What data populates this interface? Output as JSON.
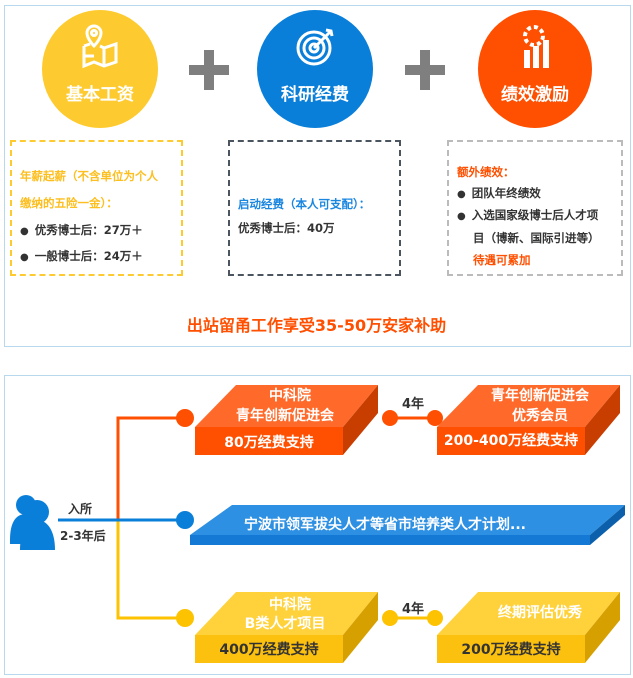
{
  "top": {
    "circles": [
      {
        "label": "基本工资",
        "icon": "map-pin-icon",
        "color": "#fdcb2f"
      },
      {
        "label": "科研经费",
        "icon": "target-icon",
        "color": "#0a7fd9"
      },
      {
        "label": "绩效激励",
        "icon": "bar-gear-icon",
        "color": "#ff4f00"
      }
    ],
    "plus_icon": "plus-icon",
    "boxes": {
      "salary": {
        "title_line1": "年薪起薪（不含单位为个人",
        "title_line2": "缴纳的五险一金）：",
        "items": [
          "优秀博士后：27万＋",
          "一般博士后：24万＋"
        ]
      },
      "funding": {
        "title": "启动经费（本人可支配）：",
        "text": "优秀博士后：40万"
      },
      "bonus": {
        "title": "额外绩效：",
        "items": [
          "团队年终绩效",
          "入选国家级博士后人才项"
        ],
        "item2_cont": "目（博新、国际引进等）",
        "note": "待遇可累加"
      }
    },
    "footer": "出站留甬工作享受35-50万安家补助"
  },
  "bottom": {
    "person_label_1": "入所",
    "person_label_2": "2-3年后",
    "orange": {
      "block1_line1": "中科院",
      "block1_line2": "青年创新促进会",
      "block1_amount": "80万经费支持",
      "gap": "4年",
      "block2_line1": "青年创新促进会",
      "block2_line2": "优秀会员",
      "block2_amount": "200-400万经费支持"
    },
    "blue": {
      "text": "宁波市领军拔尖人才等省市培养类人才计划..."
    },
    "yellow": {
      "block1_line1": "中科院",
      "block1_line2": "B类人才项目",
      "block1_amount": "400万经费支持",
      "gap": "4年",
      "block2_line1": "终期评估优秀",
      "block2_amount": "200万经费支持"
    }
  }
}
